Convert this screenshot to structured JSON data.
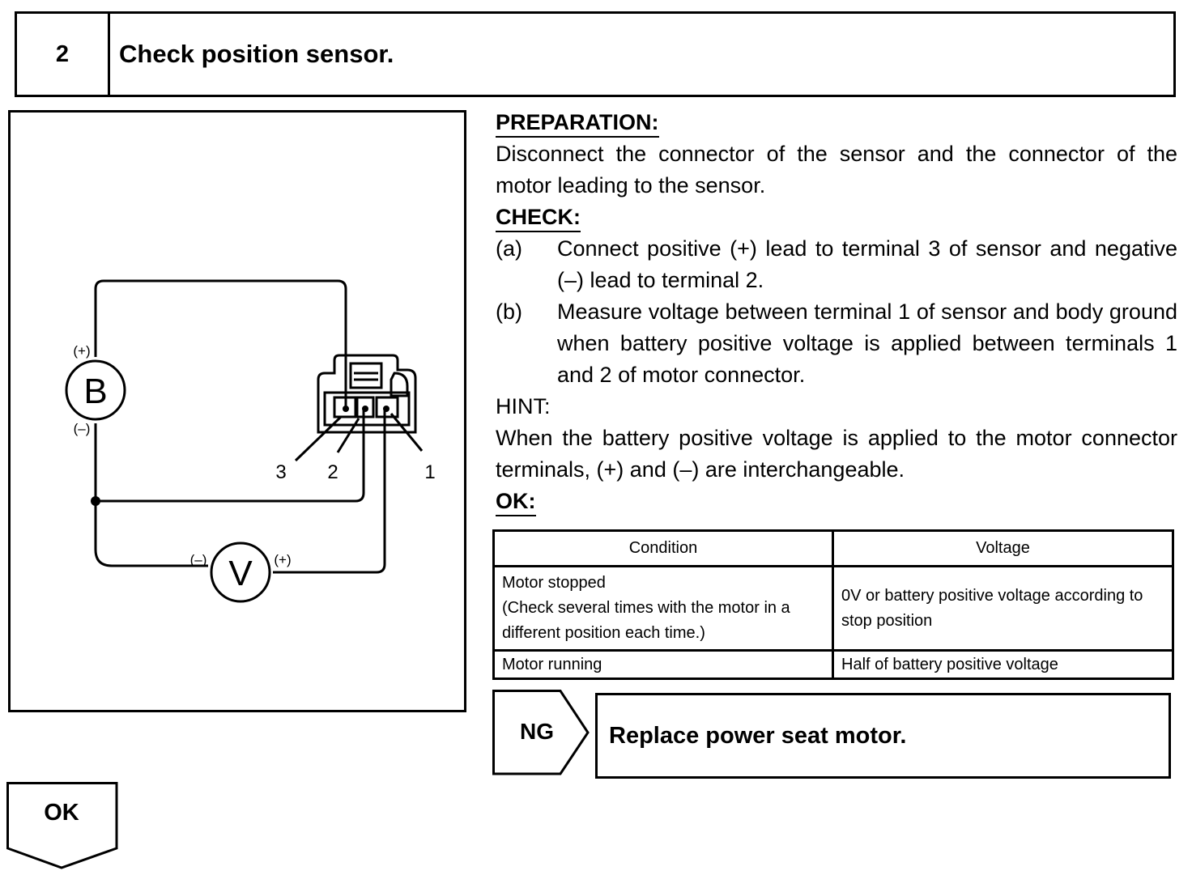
{
  "step": {
    "number": "2",
    "title": "Check position sensor."
  },
  "diagram": {
    "battery_label": "B",
    "battery_pos": "(+)",
    "battery_neg": "(–)",
    "meter_label": "V",
    "meter_neg": "(–)",
    "meter_pos": "(+)",
    "terminal_3": "3",
    "terminal_2": "2",
    "terminal_1": "1"
  },
  "preparation": {
    "heading": "PREPARATION:",
    "text": "Disconnect the connector of the sensor and the connector of the motor leading to the sensor."
  },
  "check": {
    "heading": "CHECK:",
    "items": [
      {
        "label": "(a)",
        "text": "Connect positive (+) lead to terminal 3 of sensor and negative (–) lead to terminal 2."
      },
      {
        "label": "(b)",
        "text": "Measure voltage between terminal 1 of sensor and body ground when battery positive voltage is applied between terminals 1 and 2 of motor connector."
      }
    ]
  },
  "hint": {
    "heading": "HINT:",
    "text": "When the battery positive voltage is applied to the motor connector terminals, (+) and (–) are interchangeable."
  },
  "ok": {
    "heading": "OK:",
    "table": {
      "headers": [
        "Condition",
        "Voltage"
      ],
      "rows": [
        {
          "condition_line1": "Motor stopped",
          "condition_line2": "(Check several times with the motor in a different position each time.)",
          "voltage": "0V or battery positive voltage according to stop position"
        },
        {
          "condition_line1": "Motor running",
          "condition_line2": "",
          "voltage": "Half of battery positive voltage"
        }
      ]
    }
  },
  "ng": {
    "label": "NG",
    "action": "Replace power seat motor."
  },
  "ok_tag": {
    "label": "OK"
  }
}
